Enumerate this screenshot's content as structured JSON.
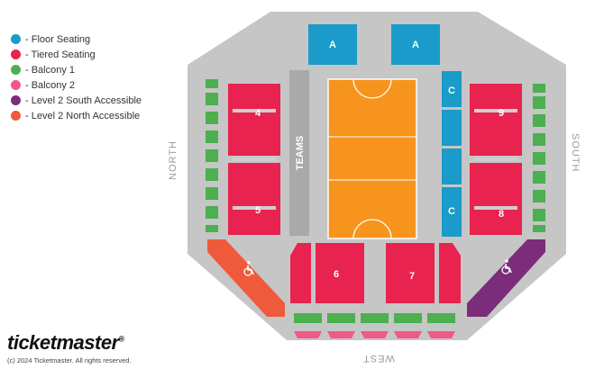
{
  "legend": [
    {
      "label": "- Floor Seating",
      "color": "#1a9bc9"
    },
    {
      "label": "- Tiered Seating",
      "color": "#e8234f"
    },
    {
      "label": "- Balcony 1",
      "color": "#4caf50"
    },
    {
      "label": "- Balcony 2",
      "color": "#ef5b86"
    },
    {
      "label": "- Level 2 South Accessible",
      "color": "#7b2d7c"
    },
    {
      "label": "- Level 2 North Accessible",
      "color": "#f05a3c"
    }
  ],
  "colors": {
    "floor": "#1a9bc9",
    "tiered": "#e8234f",
    "balcony1": "#4caf50",
    "balcony2": "#ef5b86",
    "south_accessible": "#7b2d7c",
    "north_accessible": "#f05a3c",
    "venue": "#c6c6c6",
    "court": "#f7941d",
    "teams": "#a9a9a9"
  },
  "sections": {
    "a_left": "A",
    "a_right": "A",
    "c_top": "C",
    "c_bottom": "C",
    "s4": "4",
    "s5": "5",
    "s6": "6",
    "s7": "7",
    "s8": "8",
    "s9": "9",
    "teams": "TEAMS"
  },
  "compass": {
    "north": "NORTH",
    "south": "SOUTH",
    "west": "WEST"
  },
  "icons": {
    "accessible": "wheelchair-icon"
  },
  "footer": {
    "brand": "ticketmaster",
    "brand_mark": "®",
    "copyright": "(c) 2024 Ticketmaster. All rights reserved."
  }
}
